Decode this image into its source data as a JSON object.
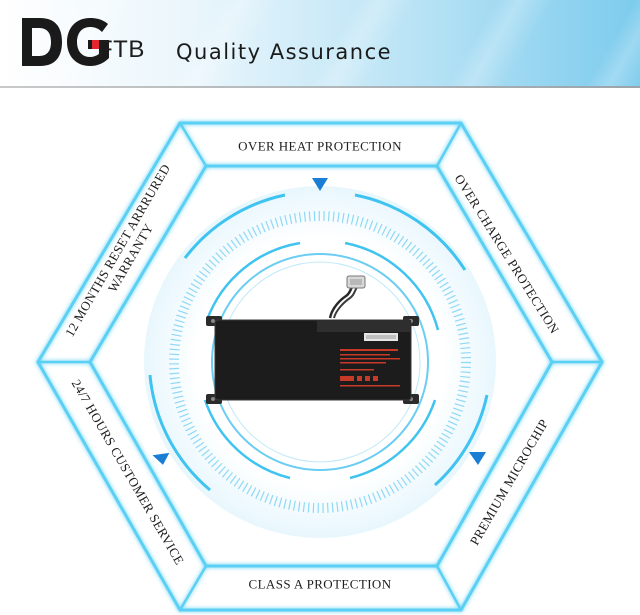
{
  "header": {
    "logo_mark": "DG",
    "logo_suffix": "FTB",
    "title": "Quality Assurance"
  },
  "hexagon": {
    "labels": {
      "top": "OVER HEAT PROTECTION",
      "top_right": "OVER CHARGE PROTECTION",
      "bottom_right": "PREMIUM MICROCHIP",
      "bottom": "CLASS A PROTECTION",
      "bottom_left": "24/7 HOURS CUSTOMER SERVICE",
      "top_left_line1": "12 MONTHS RESET ARRRURED",
      "top_left_line2": "WARRANTY"
    }
  },
  "colors": {
    "accent_blue": "#1a7fd4",
    "cyan_glow": "#3fc3f0",
    "battery_body": "#1c1c1c",
    "label_sticker": "#c83a28"
  },
  "icons": [
    "triangle-marker-icon",
    "battery-image"
  ]
}
